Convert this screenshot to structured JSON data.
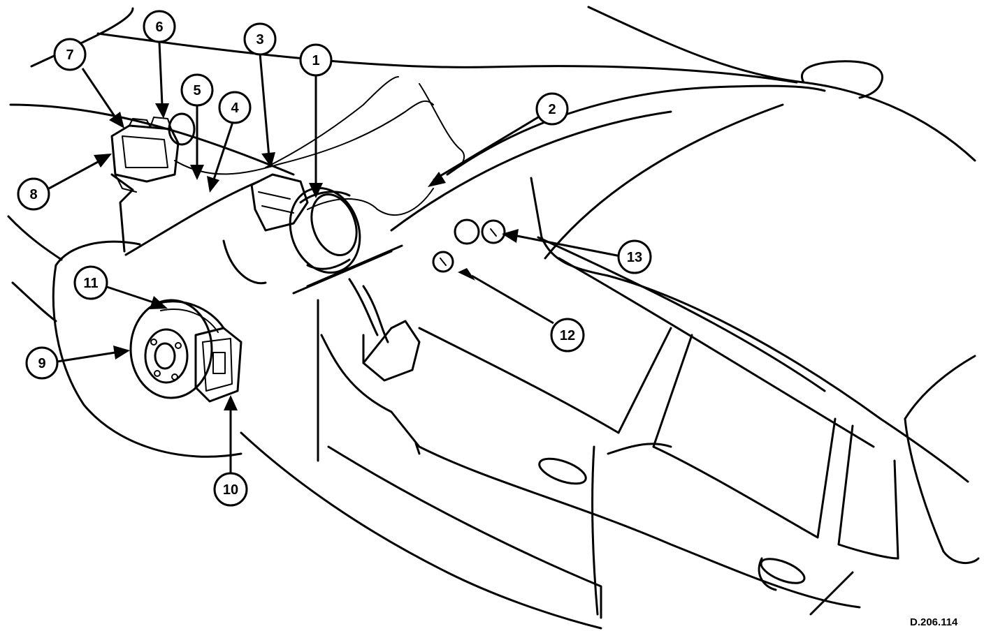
{
  "drawing_reference": "D.206.114",
  "callouts": [
    {
      "label": "1"
    },
    {
      "label": "2"
    },
    {
      "label": "3"
    },
    {
      "label": "4"
    },
    {
      "label": "5"
    },
    {
      "label": "6"
    },
    {
      "label": "7"
    },
    {
      "label": "8"
    },
    {
      "label": "9"
    },
    {
      "label": "10"
    },
    {
      "label": "11"
    },
    {
      "label": "12"
    },
    {
      "label": "13"
    }
  ]
}
